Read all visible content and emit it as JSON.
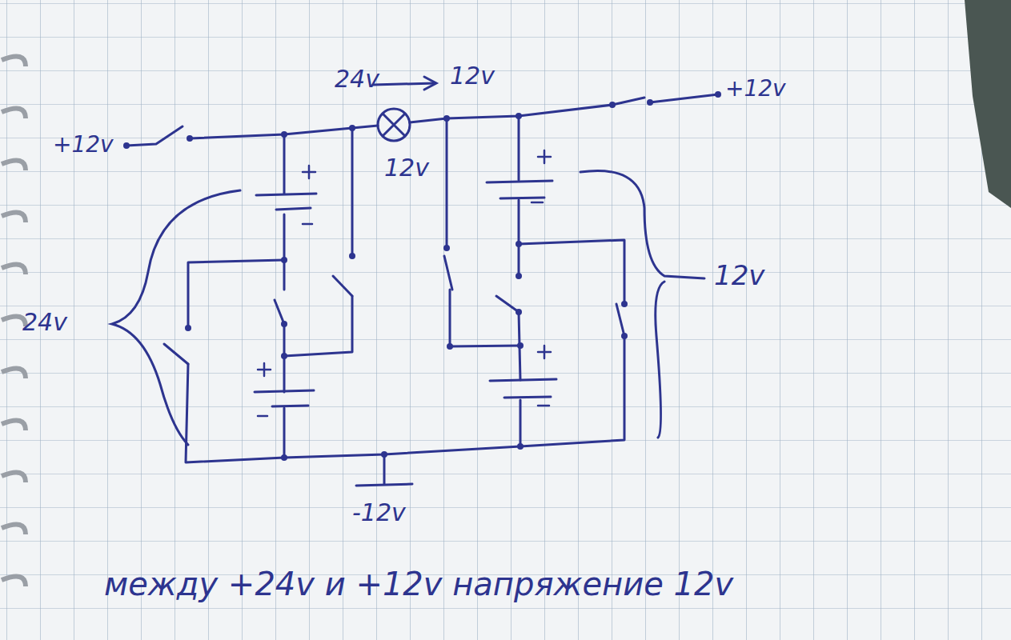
{
  "diagram": {
    "labels": [
      "24v",
      "12v",
      "+12v",
      "+12v",
      "12v",
      "24v",
      "12v",
      "-12v",
      "между +24v и +12v напряжение 12v"
    ]
  }
}
